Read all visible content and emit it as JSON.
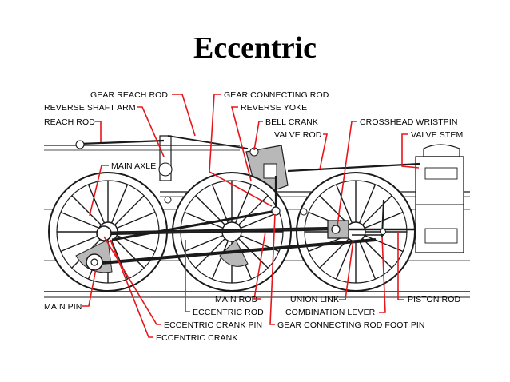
{
  "slide": {
    "title": "Eccentric"
  },
  "colors": {
    "leader": "#e8161b",
    "ink": "#1a1a1a",
    "background": "#ffffff"
  },
  "labels": {
    "gear_reach_rod": "GEAR REACH ROD",
    "reverse_shaft_arm": "REVERSE SHAFT ARM",
    "reach_rod": "REACH ROD",
    "gear_connecting_rod": "GEAR CONNECTING ROD",
    "reverse_yoke": "REVERSE YOKE",
    "bell_crank": "BELL CRANK",
    "valve_rod": "VALVE ROD",
    "crosshead_wristpin": "CROSSHEAD WRISTPIN",
    "valve_stem": "VALVE STEM",
    "main_axle": "MAIN AXLE",
    "main_pin": "MAIN PIN",
    "main_rod": "MAIN ROD",
    "eccentric_rod": "ECCENTRIC ROD",
    "eccentric_crank_pin": "ECCENTRIC CRANK PIN",
    "eccentric_crank": "ECCENTRIC CRANK",
    "union_link": "UNION LINK",
    "combination_lever": "COMBINATION LEVER",
    "gear_connecting_rod_foot_pin": "GEAR CONNECTING ROD FOOT PIN",
    "piston_rod": "PISTON ROD"
  }
}
